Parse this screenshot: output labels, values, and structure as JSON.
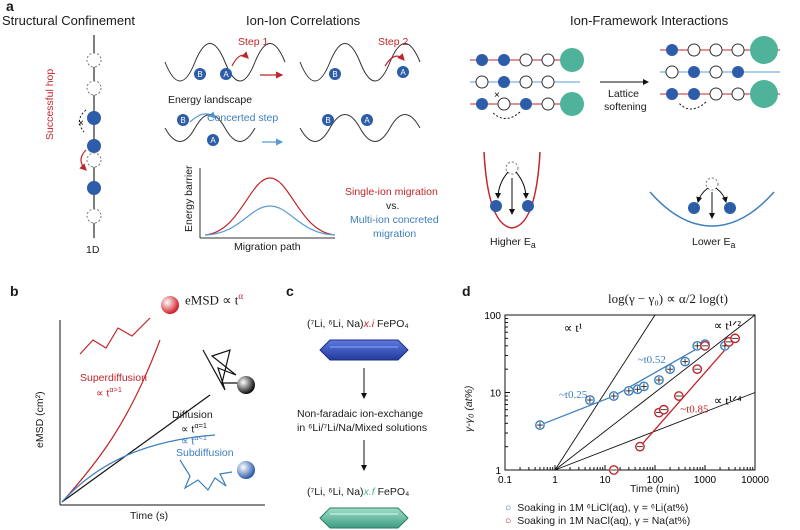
{
  "panels": {
    "a": {
      "label": "a",
      "structural_confinement": {
        "title": "Structural Confinement",
        "hop_label": "Successful hop",
        "dim_label": "1D"
      },
      "ion_ion": {
        "title": "Ion-Ion Correlations",
        "step1": "Step 1",
        "step2": "Step 2",
        "energy_landscape": "Energy landscape",
        "concerted_step": "Concerted step",
        "ion_labels": [
          "A",
          "B"
        ],
        "plot": {
          "type": "line",
          "ylabel": "Energy barrier",
          "xlabel": "Migration path",
          "series": [
            {
              "name": "Single-ion migration",
              "color": "#c0262b"
            },
            {
              "name": "Multi-ion concreted migration",
              "color": "#5b9bd5"
            }
          ]
        },
        "legend_single": "Single-ion migration",
        "legend_vs": "vs.",
        "legend_multi_1": "Multi-ion concreted",
        "legend_multi_2": "migration"
      },
      "ion_framework": {
        "title": "Ion-Framework Interactions",
        "arrow_label_1": "Lattice",
        "arrow_label_2": "softening",
        "higher": "Higher E",
        "lower": "Lower E",
        "subscript": "a"
      }
    },
    "b": {
      "label": "b",
      "formula": "eMSD ∝ t",
      "formula_exp": "α",
      "superdiffusion": "Superdiffusion",
      "super_exp": "α>1",
      "diffusion": "Diffusion",
      "diff_exp": "α=1",
      "sub_exp": "α<1",
      "subdiffusion": "Subdiffusion",
      "prop": "∝ t",
      "ylabel": "eMSD (cm²)",
      "xlabel": "Time (s)"
    },
    "c": {
      "label": "c",
      "top_formula": "(⁷Li, ⁶Li, Na)x.i FePO₄",
      "top_prefix": "(⁷Li, ⁶Li, Na)",
      "top_x": "x.i",
      "top_suffix": " FePO₄",
      "middle_1": "Non-faradaic ion-exchange",
      "middle_2": "in ⁶Li/⁷Li/Na/Mixed solutions",
      "bottom_prefix": "(⁷Li, ⁶Li, Na)",
      "bottom_x": "x.f",
      "bottom_suffix": " FePO₄"
    },
    "d": {
      "label": "d",
      "equation": "log(γ − γ₀) ∝ α/2 log(t)",
      "guides": [
        "∝ t¹",
        "∝ t¹ᐟ²",
        "∝ t¹ᐟ⁴"
      ],
      "fit_labels": [
        "~t^0.25",
        "~t^0.52",
        "~t^0.85"
      ],
      "legend": [
        "Soaking in 1M ⁶LiCl(aq), γ = ⁶Li(at%)",
        "Soaking in 1M NaCl(aq), γ = Na(at%)"
      ]
    }
  },
  "chart_data": {
    "type": "scatter",
    "xlabel": "Time (min)",
    "ylabel": "γ-γ₀ (at%)",
    "xscale": "log",
    "yscale": "log",
    "xlim": [
      0.1,
      10000
    ],
    "ylim": [
      1,
      100
    ],
    "xticks": [
      "0.1",
      "1",
      "10",
      "100",
      "1000",
      "10000"
    ],
    "yticks": [
      "1",
      "10",
      "100"
    ],
    "series": [
      {
        "name": "Soaking in 1M ⁶LiCl(aq), γ = ⁶Li(at%)",
        "color": "#3d7fbf",
        "x": [
          0.5,
          5,
          15,
          30,
          45,
          60,
          120,
          200,
          400,
          700,
          1000,
          2500
        ],
        "y": [
          3.8,
          8,
          9,
          10.5,
          11,
          12,
          14.5,
          20,
          25,
          40,
          42,
          40
        ]
      },
      {
        "name": "Soaking in 1M NaCl(aq), γ = Na(at%)",
        "color": "#c0262b",
        "x": [
          15,
          50,
          120,
          150,
          300,
          700,
          1000,
          3000,
          4000
        ],
        "y": [
          1,
          2,
          5.5,
          6,
          9,
          20,
          40,
          45,
          50
        ]
      }
    ],
    "fits": [
      {
        "label": "~t^0.25",
        "x": [
          0.5,
          15
        ],
        "y": [
          3.8,
          9
        ],
        "color": "#3d7fbf"
      },
      {
        "label": "~t^0.52",
        "x": [
          15,
          1000
        ],
        "y": [
          9,
          42
        ],
        "color": "#3d7fbf"
      },
      {
        "label": "~t^0.85",
        "x": [
          50,
          4000
        ],
        "y": [
          2,
          50
        ],
        "color": "#c0262b"
      }
    ]
  }
}
